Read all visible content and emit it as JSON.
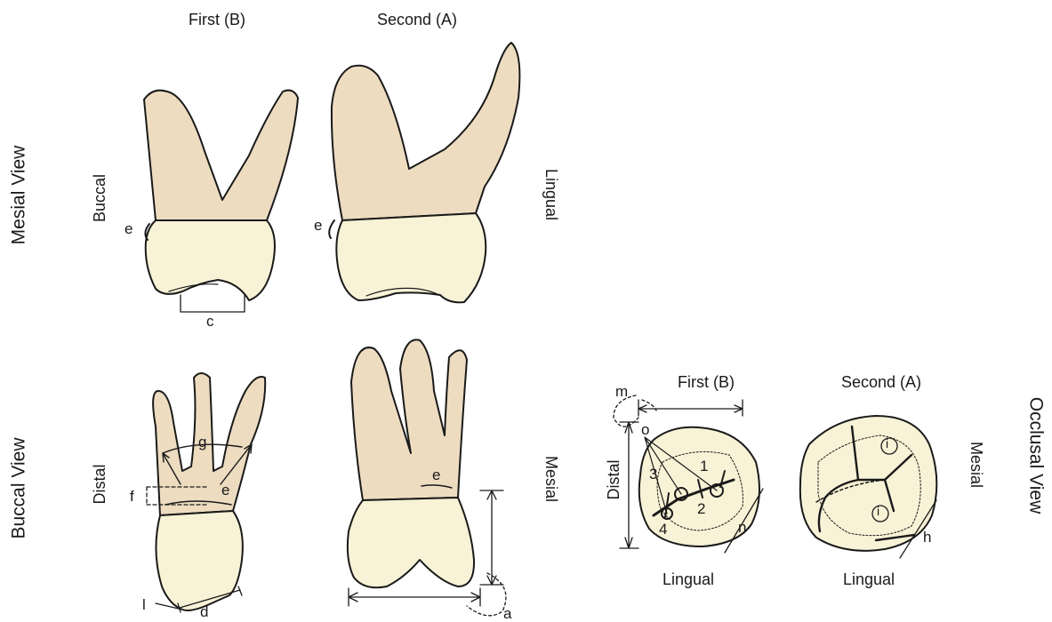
{
  "headers": {
    "first_top": "First  (B)",
    "second_top": "Second (A)",
    "first_occ": "First (B)",
    "second_occ": "Second (A)"
  },
  "views": {
    "mesial": "Mesial View",
    "buccal": "Buccal View",
    "occlusal": "Occlusal View"
  },
  "orientation": {
    "buccal": "Buccal",
    "lingual": "Lingual",
    "distal": "Distal",
    "mesial": "Mesial",
    "distal_occ": "Distal",
    "mesial_occ": "Mesial",
    "lingual_occ_first": "Lingual",
    "lingual_occ_second": "Lingual"
  },
  "markers": {
    "a": "a",
    "c": "c",
    "d": "d",
    "e_mesial_first": "e",
    "e_mesial_second": "e",
    "e_buccal_first": "e",
    "e_buccal_second": "e",
    "f": "f",
    "g": "g",
    "h": "h",
    "i": "i",
    "l": "l",
    "m": "m",
    "n": "n",
    "o": "o",
    "num_1": "1",
    "num_2": "2",
    "num_3": "3",
    "num_4": "4"
  },
  "colors": {
    "root": "#eddcc0",
    "crown": "#f8f2d6",
    "stroke": "#1a1a1a"
  }
}
